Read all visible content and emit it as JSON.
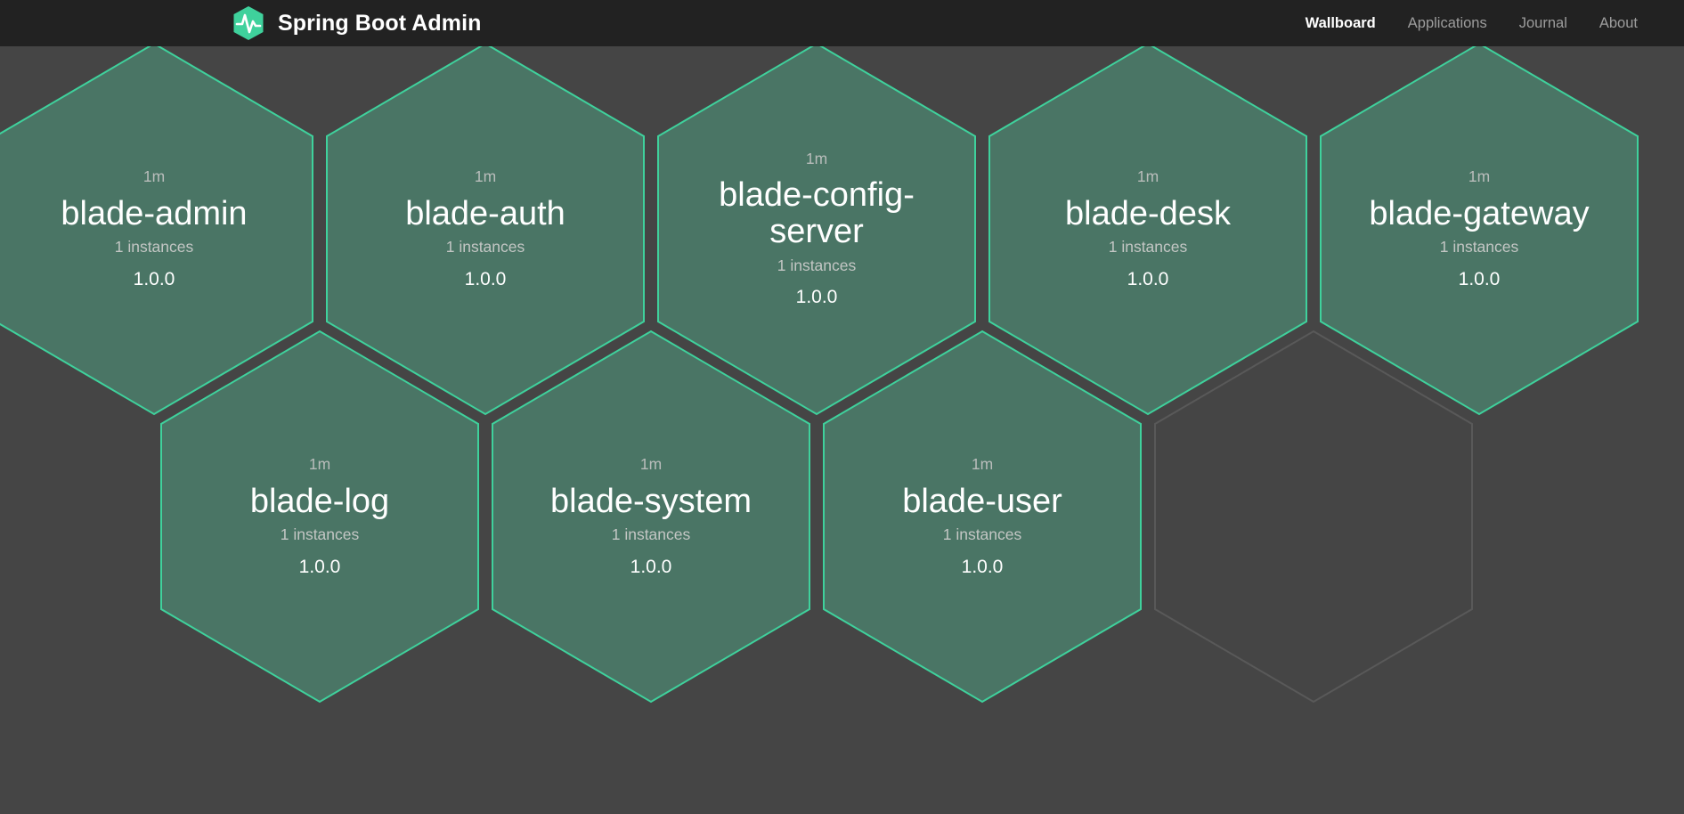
{
  "header": {
    "brand_title": "Spring Boot Admin",
    "logo_icon": "heartbeat-hexagon-logo",
    "nav": [
      {
        "label": "Wallboard",
        "active": true
      },
      {
        "label": "Applications",
        "active": false
      },
      {
        "label": "Journal",
        "active": false
      },
      {
        "label": "About",
        "active": false
      }
    ]
  },
  "colors": {
    "header_background": "#222222",
    "page_background": "#454545",
    "hex_fill": "#4a7565",
    "hex_border": "#3fd19c",
    "empty_hex_border": "#595959",
    "logo_green": "#3fd19c",
    "text_primary": "#ffffff",
    "text_muted": "#9d9d9d"
  },
  "wallboard": {
    "applications": [
      {
        "name": "blade-admin",
        "timer": "1m",
        "instances": "1 instances",
        "version": "1.0.0",
        "status": "up"
      },
      {
        "name": "blade-auth",
        "timer": "1m",
        "instances": "1 instances",
        "version": "1.0.0",
        "status": "up"
      },
      {
        "name": "blade-config-server",
        "timer": "1m",
        "instances": "1 instances",
        "version": "1.0.0",
        "status": "up"
      },
      {
        "name": "blade-desk",
        "timer": "1m",
        "instances": "1 instances",
        "version": "1.0.0",
        "status": "up"
      },
      {
        "name": "blade-gateway",
        "timer": "1m",
        "instances": "1 instances",
        "version": "1.0.0",
        "status": "up"
      },
      {
        "name": "blade-log",
        "timer": "1m",
        "instances": "1 instances",
        "version": "1.0.0",
        "status": "up"
      },
      {
        "name": "blade-system",
        "timer": "1m",
        "instances": "1 instances",
        "version": "1.0.0",
        "status": "up"
      },
      {
        "name": "blade-user",
        "timer": "1m",
        "instances": "1 instances",
        "version": "1.0.0",
        "status": "up"
      }
    ]
  }
}
